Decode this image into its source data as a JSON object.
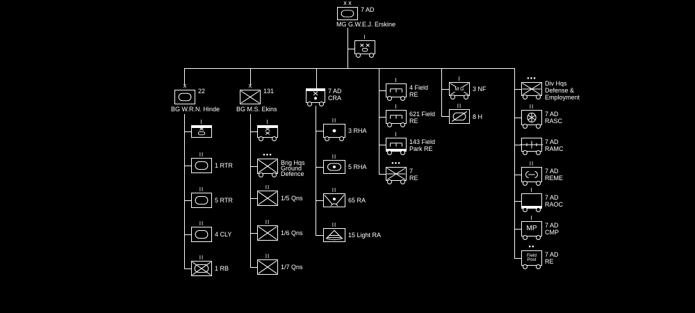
{
  "colors": {
    "background": "#000000",
    "foreground": "#ffffff"
  },
  "units": [
    {
      "id": "7ad",
      "symbol": "armour",
      "size_mark": "x x",
      "label": "7 AD",
      "sublabel": "MG G.W.E.J. Erskine"
    },
    {
      "id": "div-hq",
      "symbol": "division-hq-vehicle",
      "size_mark": "I",
      "wheels": true
    },
    {
      "id": "22-armoured-brigade",
      "symbol": "armour",
      "size_mark": "x",
      "label": "22",
      "sublabel": "BG W.R.N. Hinde"
    },
    {
      "id": "22-brigade-hq",
      "symbol": "hq-armour",
      "size_mark": "I",
      "bar": "top"
    },
    {
      "id": "1-rtr",
      "symbol": "armour",
      "size_mark": "II",
      "label": "1 RTR"
    },
    {
      "id": "5-rtr",
      "symbol": "armour",
      "size_mark": "II",
      "label": "5 RTR"
    },
    {
      "id": "4-cly",
      "symbol": "armour",
      "size_mark": "II",
      "label": "4 CLY"
    },
    {
      "id": "1-rb",
      "symbol": "motor-infantry",
      "size_mark": "II",
      "label": "1 RB"
    },
    {
      "id": "131-infantry-brigade",
      "symbol": "infantry",
      "size_mark": "x",
      "label": "131",
      "sublabel": "BG M.S. Ekins"
    },
    {
      "id": "131-brigade-hq",
      "symbol": "hq-infantry",
      "size_mark": "I",
      "bar": "top",
      "wheels": true
    },
    {
      "id": "brig-hq-ground-defence",
      "symbol": "infantry",
      "size_mark": "●●●",
      "label": [
        "Brig Hqs",
        "Ground",
        "Defence"
      ],
      "wheels": true
    },
    {
      "id": "1-5-queens",
      "symbol": "infantry",
      "size_mark": "II",
      "label": "1/5 Qns"
    },
    {
      "id": "1-6-queens",
      "symbol": "infantry",
      "size_mark": "II",
      "label": "1/6 Qns"
    },
    {
      "id": "1-7-queens",
      "symbol": "infantry",
      "size_mark": "II",
      "label": "1/7 Qns"
    },
    {
      "id": "7-ad-cra",
      "symbol": "hq-artillery",
      "bar": "top",
      "wheels": true,
      "label": [
        "7 AD",
        "CRA"
      ]
    },
    {
      "id": "3-rha",
      "symbol": "artillery",
      "size_mark": "II",
      "label": "3 RHA",
      "wheels": true
    },
    {
      "id": "5-rha",
      "symbol": "sp-artillery",
      "size_mark": "II",
      "label": "5 RHA"
    },
    {
      "id": "65-ra",
      "symbol": "anti-tank",
      "size_mark": "II",
      "label": "65 RA"
    },
    {
      "id": "15-light-ra",
      "symbol": "light-anti-aircraft",
      "size_mark": "II",
      "label": "15 Light RA"
    },
    {
      "id": "4-field-re",
      "symbol": "engineer",
      "size_mark": "I",
      "label": [
        "4 Field",
        "RE"
      ],
      "wheels": true
    },
    {
      "id": "621-field-re",
      "symbol": "engineer",
      "size_mark": "I",
      "label": [
        "621 Field",
        "RE"
      ],
      "wheels": true
    },
    {
      "id": "143-field-park-re",
      "symbol": "engineer",
      "size_mark": "I",
      "bar": "bottom",
      "label": [
        "143 Field",
        "Park RE"
      ],
      "wheels": true
    },
    {
      "id": "7-re",
      "symbol": "crossed-box-support",
      "size_mark": "●●●",
      "label": [
        "7",
        "RE"
      ],
      "wheels": true
    },
    {
      "id": "3-nf",
      "symbol": "machine-gun",
      "size_mark": "I",
      "label": "3 NF",
      "wheels": true,
      "inner_text": "M G"
    },
    {
      "id": "8-h",
      "symbol": "armoured-recce",
      "size_mark": "II",
      "label": "8 H"
    },
    {
      "id": "div-hq-defense-employment",
      "symbol": "crossed-box-support",
      "size_mark": "●●●",
      "label": [
        "Div Hqs",
        "Defense &",
        "Employment"
      ],
      "wheels": true
    },
    {
      "id": "7-ad-rasc",
      "symbol": "supply-transport",
      "size_mark": "II",
      "label": [
        "7 AD",
        "RASC"
      ],
      "wheels": true
    },
    {
      "id": "7-ad-ramc",
      "symbol": "medical",
      "label": [
        "7 AD",
        "RAMC"
      ],
      "wheels": true
    },
    {
      "id": "7-ad-reme",
      "symbol": "workshop",
      "size_mark": "II",
      "label": [
        "7 AD",
        "REME"
      ],
      "wheels": true
    },
    {
      "id": "7-ad-raoc",
      "symbol": "ordnance",
      "size_mark": "I",
      "bar": "bottom",
      "label": [
        "7 AD",
        "RAOC"
      ],
      "wheels": true
    },
    {
      "id": "7-ad-cmp",
      "symbol": "military-police",
      "size_mark": "I",
      "label": [
        "7 AD",
        "CMP"
      ],
      "wheels": true,
      "inner_text": "MP"
    },
    {
      "id": "7-ad-field-post",
      "symbol": "postal",
      "size_mark": "●●",
      "label": [
        "7 AD",
        "RE"
      ],
      "wheels": true,
      "inner_text": [
        "Field",
        "Post"
      ]
    }
  ]
}
